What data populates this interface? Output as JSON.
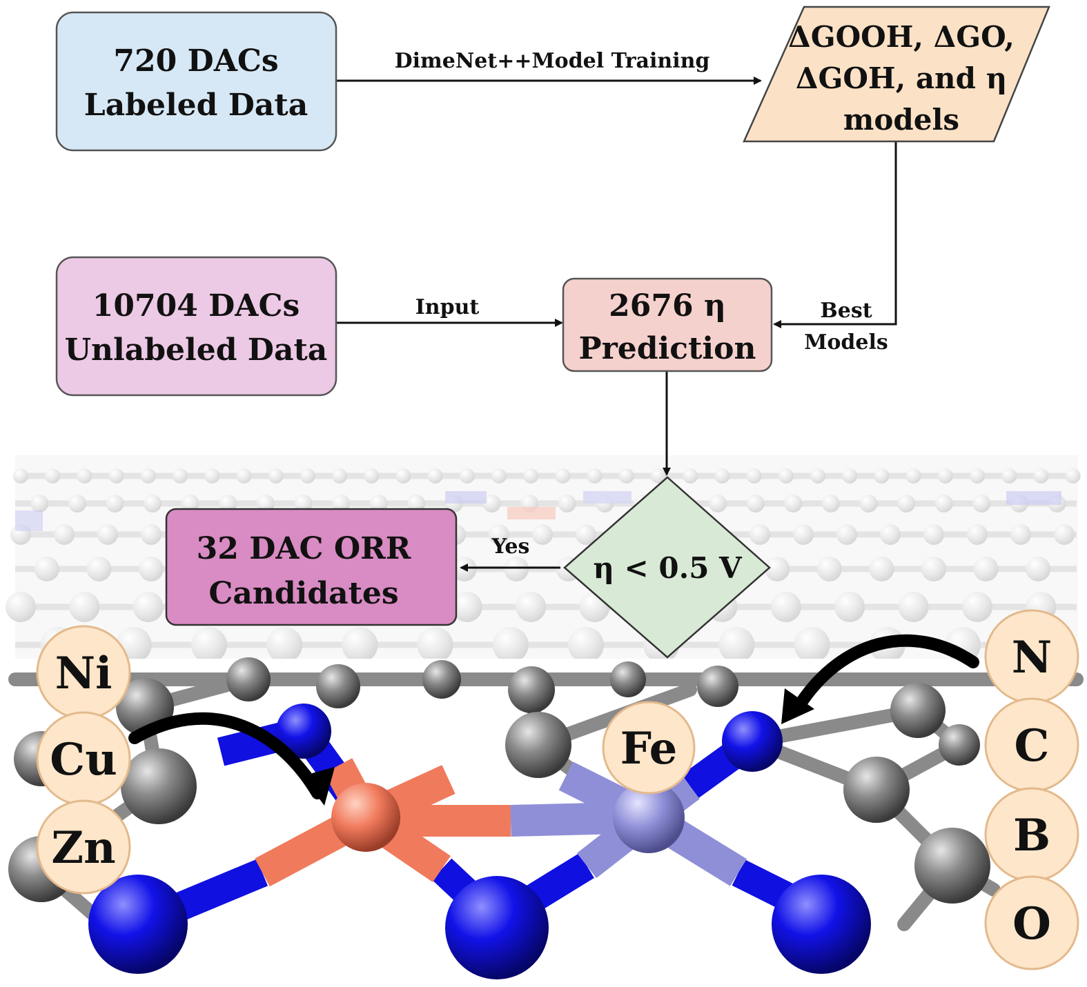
{
  "nodes": {
    "labeled": {
      "line1": "720 DACs",
      "line2": "Labeled Data",
      "fill": "#d6e8f5"
    },
    "models": {
      "line1": "ΔGOOH, ΔGO,",
      "line2": "ΔGOH, and η",
      "line3": "models",
      "fill": "#fbe1c6"
    },
    "unlabeled": {
      "line1": "10704 DACs",
      "line2": "Unlabeled Data",
      "fill": "#ecc9e4"
    },
    "prediction": {
      "line1": "2676 η",
      "line2": "Prediction",
      "fill": "#f5d1cd"
    },
    "decision": {
      "label": "η < 0.5 V",
      "fill": "#d8e9d5"
    },
    "candidates": {
      "line1": "32 DAC ORR",
      "line2": "Candidates",
      "fill": "#d98bc3"
    }
  },
  "edges": {
    "training": "DimeNet++Model Training",
    "input": "Input",
    "best1": "Best",
    "best2": "Models",
    "yes": "Yes"
  },
  "metals_left": [
    "Ni",
    "Cu",
    "Zn"
  ],
  "metal_center": "Fe",
  "dopants_right": [
    "N",
    "C",
    "B",
    "O"
  ],
  "colors": {
    "carbon": "#7a7a7a",
    "nitrogen": "#1010e0",
    "metal_a": "#f07a5c",
    "metal_b": "#8f8fd8",
    "circle_fill": "#fde6c9",
    "circle_stroke": "#e3b98c"
  }
}
